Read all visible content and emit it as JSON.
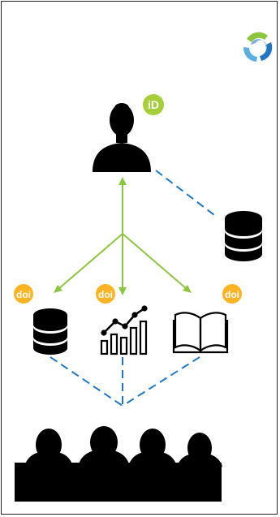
{
  "diagram": {
    "badges": {
      "orcid": {
        "icon": "orcid-icon",
        "text": "iD",
        "color": "#a6ce39"
      },
      "doi": {
        "icon": "doi-icon",
        "text": "doi",
        "color": "#fcb425"
      }
    },
    "nodes": [
      {
        "id": "researcher",
        "icon": "person-silhouette-icon"
      },
      {
        "id": "personal-database",
        "icon": "database-icon"
      },
      {
        "id": "dataset",
        "icon": "database-icon"
      },
      {
        "id": "figure",
        "icon": "bar-chart-icon"
      },
      {
        "id": "publication",
        "icon": "open-book-icon"
      },
      {
        "id": "audience",
        "icon": "crowd-silhouette-icon"
      }
    ],
    "connectors": {
      "green_solid": "#8cc63f",
      "blue_dashed": "#1f77c4"
    },
    "logo": {
      "icon": "swirl-logo-icon",
      "colors": [
        "#8cc63f",
        "#1f77c4",
        "#5aaee0"
      ]
    }
  }
}
